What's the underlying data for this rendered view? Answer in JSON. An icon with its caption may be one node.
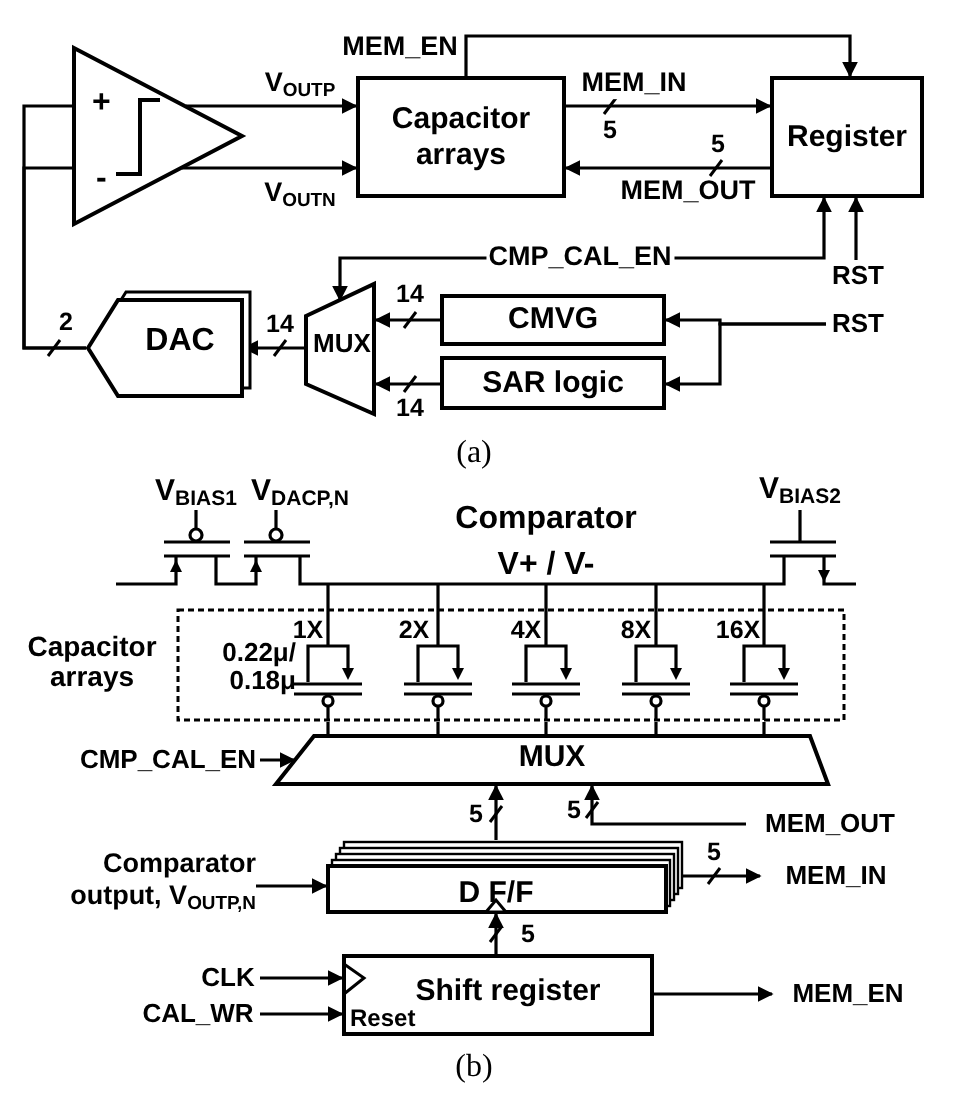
{
  "diagram": {
    "nodes": [
      {
        "text": [
          "+",
          "-"
        ]
      },
      {
        "text": [
          "Capacitor arrays"
        ]
      },
      {
        "text": [
          "Register"
        ]
      },
      {
        "text": [
          "RST"
        ]
      },
      {
        "text": [
          "RST"
        ]
      },
      {
        "text": [
          "CMVG"
        ]
      },
      {
        "text": [
          "SAR logic"
        ]
      },
      {
        "text": [
          "MUX"
        ]
      },
      {
        "text": [
          "DAC"
        ]
      },
      {
        "text": [
          "Capacitor arrays"
        ]
      },
      {
        "text": [
          "CMP_CAL_EN"
        ]
      },
      {
        "text": [
          "MUX"
        ]
      },
      {
        "text": [
          "MEM_OUT"
        ]
      },
      {
        "text": [
          "Comparator output, V$_{OUTP,N}$"
        ]
      },
      {
        "text": [
          "D F/F"
        ]
      },
      {
        "text": [
          "MEM_IN"
        ]
      },
      {
        "text": [
          "CLK"
        ]
      },
      {
        "text": [
          "CAL_WR"
        ]
      },
      {
        "text": [
          "Shift register",
          "Reset"
        ]
      },
      {
        "text": [
          "MEM_EN"
        ]
      }
    ],
    "edges": [
      {
        "from": 0,
        "to": 1,
        "arrow": "to",
        "label": "V$_{OUTP}$"
      },
      {
        "from": 0,
        "to": 1,
        "arrow": "to",
        "label": "V$_{OUTN}$"
      },
      {
        "from": 1,
        "to": 2,
        "arrow": "to",
        "label": "MEM_EN"
      },
      {
        "from": 1,
        "to": 2,
        "arrow": "to",
        "label": "MEM_IN"
      },
      {
        "from": 2,
        "to": 1,
        "arrow": "to",
        "label": "MEM_OUT"
      },
      {
        "from": 2,
        "to": 7,
        "arrow": "both",
        "label": "CMP_CAL_EN"
      },
      {
        "from": 3,
        "to": 2,
        "arrow": "to"
      },
      {
        "from": 4,
        "to": 5,
        "arrow": "to"
      },
      {
        "from": 4,
        "to": 6,
        "arrow": "to"
      },
      {
        "from": 5,
        "to": 7,
        "arrow": "to"
      },
      {
        "from": 6,
        "to": 7,
        "arrow": "to"
      },
      {
        "from": 7,
        "to": 8,
        "arrow": "to"
      },
      {
        "from": 8,
        "to": 0,
        "arrow": "none"
      },
      {
        "from": 8,
        "to": 0,
        "arrow": "none"
      },
      {
        "from": 9,
        "to": 11,
        "arrow": "none"
      },
      {
        "from": 9,
        "to": 11,
        "arrow": "none"
      },
      {
        "from": 9,
        "to": 11,
        "arrow": "none"
      },
      {
        "from": 9,
        "to": 11,
        "arrow": "none"
      },
      {
        "from": 9,
        "to": 11,
        "arrow": "none"
      },
      {
        "from": 10,
        "to": 11,
        "arrow": "to"
      },
      {
        "from": 14,
        "to": 11,
        "arrow": "to"
      },
      {
        "from": 12,
        "to": 11,
        "arrow": "to"
      },
      {
        "from": 13,
        "to": 14,
        "arrow": "to"
      },
      {
        "from": 14,
        "to": 15,
        "arrow": "to"
      },
      {
        "from": 18,
        "to": 14,
        "arrow": "to"
      },
      {
        "from": 16,
        "to": 18,
        "arrow": "to"
      },
      {
        "from": 17,
        "to": 18,
        "arrow": "to"
      },
      {
        "from": 18,
        "to": 19,
        "arrow": "to"
      }
    ],
    "labels": [
      "5",
      "5",
      "14",
      "2",
      "14",
      "14",
      "(a)",
      "V$_{BIAS1}$",
      "V$_{DACP,N}$",
      "V$_{BIAS2}$",
      "Comparator",
      "V+ / V-",
      "1X",
      "2X",
      "4X",
      "8X",
      "16X",
      "0.22μ/ 0.18μ",
      "5",
      "5",
      "5",
      "5",
      "(b)"
    ]
  }
}
